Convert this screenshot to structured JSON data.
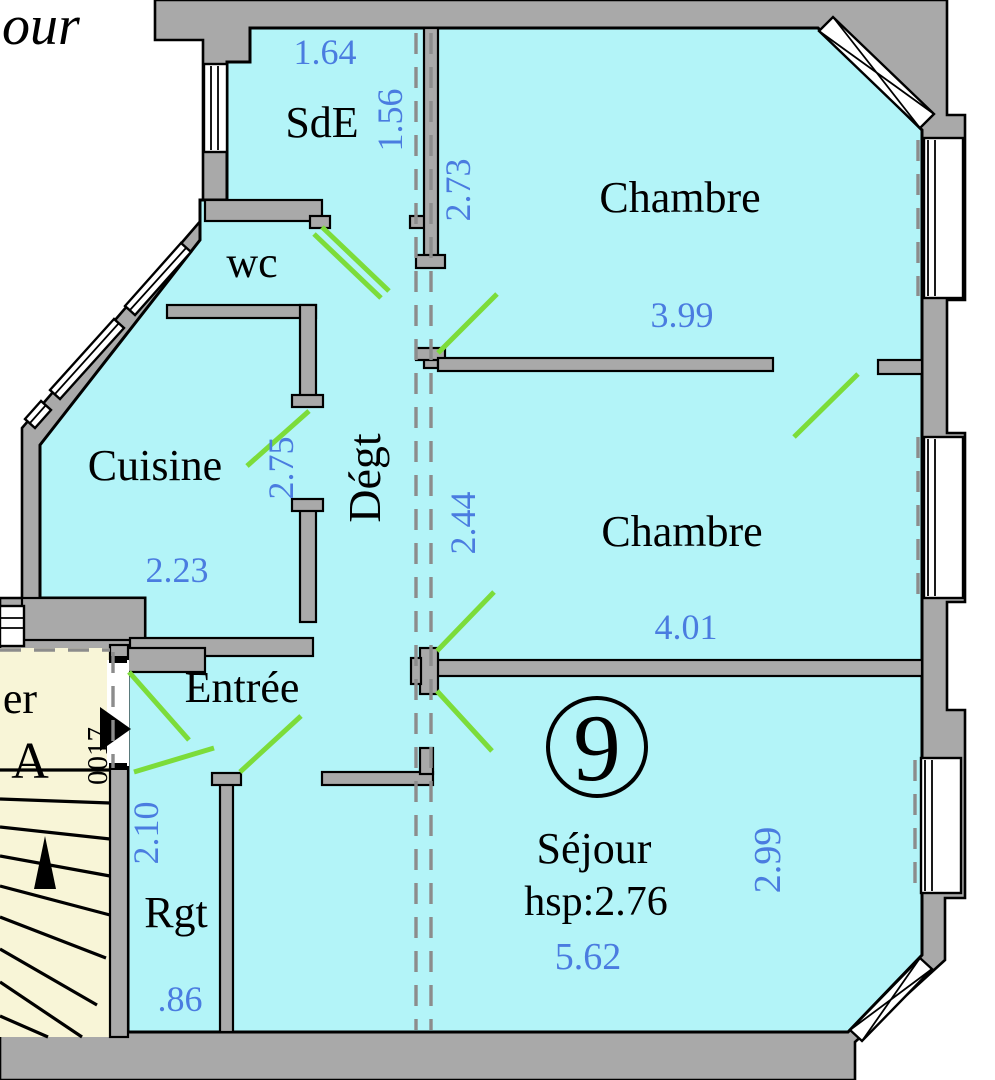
{
  "corner_text": "our",
  "unit": {
    "number": "9"
  },
  "landing": {
    "label_line1": "er",
    "label_line2": "A",
    "door_code": "0017"
  },
  "rooms": {
    "sde": {
      "label": "SdE",
      "dim_top": "1.64",
      "dim_side": "1.56"
    },
    "wc": {
      "label": "wc"
    },
    "degagement": {
      "label": "Dégt"
    },
    "chambre1": {
      "label": "Chambre",
      "dim_bottom": "3.99",
      "dim_side": "2.73"
    },
    "chambre2": {
      "label": "Chambre",
      "dim_bottom": "4.01",
      "dim_side": "2.44"
    },
    "cuisine": {
      "label": "Cuisine",
      "dim_bottom": "2.23",
      "dim_side": "2.75"
    },
    "entree": {
      "label": "Entrée"
    },
    "rgt": {
      "label": "Rgt",
      "dim_bottom": ".86",
      "dim_side": "2.10"
    },
    "sejour": {
      "label": "Séjour",
      "ceiling_height": "hsp:2.76",
      "dim_bottom": "5.62",
      "dim_side": "2.99"
    }
  },
  "colors": {
    "room_fill": "#b3f4f8",
    "wall_fill": "#a9a9a9",
    "stair_fill": "#f8f5d7",
    "dimension_text": "#4a7ce0",
    "door_swing": "#7cdc3a",
    "dashed_line": "#8c8c8c"
  }
}
